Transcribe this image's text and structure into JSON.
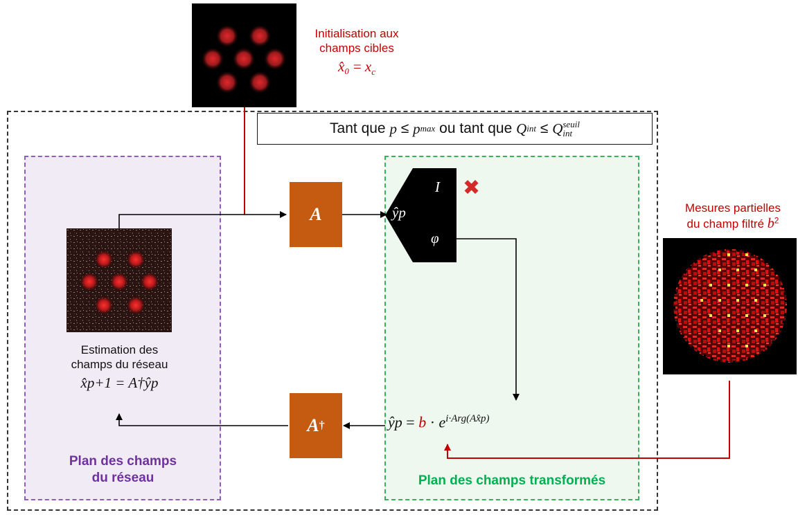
{
  "init": {
    "line1": "Initialisation aux",
    "line2": "champs cibles",
    "formula_lhs": "x̂₀",
    "formula_eq": "=",
    "formula_rhs": "x",
    "formula_rhs_sub": "c"
  },
  "loop": {
    "prefix": "Tant que ",
    "p": "p",
    "le1": " ≤ ",
    "pmax": "p",
    "pmax_sub": "max",
    "mid": " ou tant que ",
    "q": "Q",
    "q_sub": "int",
    "le2": " ≤ ",
    "qs": "Q",
    "qs_sub": "int",
    "qs_sup": "seuil"
  },
  "operators": {
    "forward": "A",
    "backward": "A",
    "backward_sup": "†"
  },
  "splitter": {
    "input": "ŷp",
    "intensity": "I",
    "phase": "φ",
    "discard_mark": "✖"
  },
  "estimation": {
    "line1": "Estimation des",
    "line2": "champs du réseau",
    "formula": "x̂p+1 = A†ŷp"
  },
  "update": {
    "lhs": "ŷp",
    "eq": " = ",
    "b": "b",
    "dot": " · ",
    "e": "e",
    "exp": "i·Arg(Ax̂p)"
  },
  "measures": {
    "line1": "Mesures partielles",
    "line2": "du champ filtré ",
    "b": "b",
    "b_sup": "2"
  },
  "planes": {
    "network_line1": "Plan des champs",
    "network_line2": "du réseau",
    "transform": "Plan des champs transformés"
  },
  "colors": {
    "annotation_red": "#c00000",
    "operator_orange": "#c55a11",
    "network_purple": "#7030a0",
    "transform_green": "#00b050"
  }
}
